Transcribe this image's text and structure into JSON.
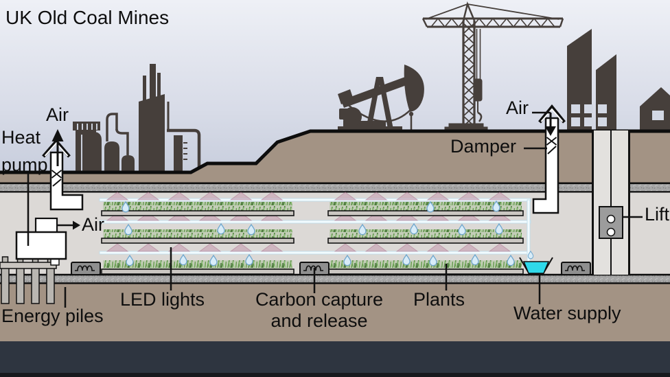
{
  "title": "UK Old Coal Mines",
  "labels": {
    "air_surface_left": "Air",
    "heat_pump": [
      "Heat",
      "pump"
    ],
    "air_recirculation": "Air",
    "energy_piles": "Energy piles",
    "led_lights": "LED lights",
    "carbon_capture": [
      "Carbon capture",
      "and release"
    ],
    "plants": "Plants",
    "damper": "Damper",
    "air_surface_right": "Air",
    "lift": "Lift",
    "water_supply": "Water supply"
  },
  "colors": {
    "sky_top": "#eef0f6",
    "sky_bottom": "#bfc6d7",
    "silhouette": "#463f3b",
    "ground_brown": "#a39384",
    "chamber_grey": "#dcd9d6",
    "concrete_grey": "#a6a6a6",
    "grass_green": "#5e9348",
    "led_pink": "#c193a9",
    "water_cyan": "#2fd9ea",
    "pipe_white": "#f2fbfe",
    "dark_band": "#2e3540",
    "line_black": "#111111"
  },
  "icons": {
    "air_up": "up-arrow",
    "air_down": "down-arrow",
    "air_recirculation": "right-arrow",
    "damper": "x-valve",
    "droplet": "water-drop",
    "led_beam": "pink-triangle",
    "heater": "coil",
    "lift_car": "two-button-panel"
  }
}
